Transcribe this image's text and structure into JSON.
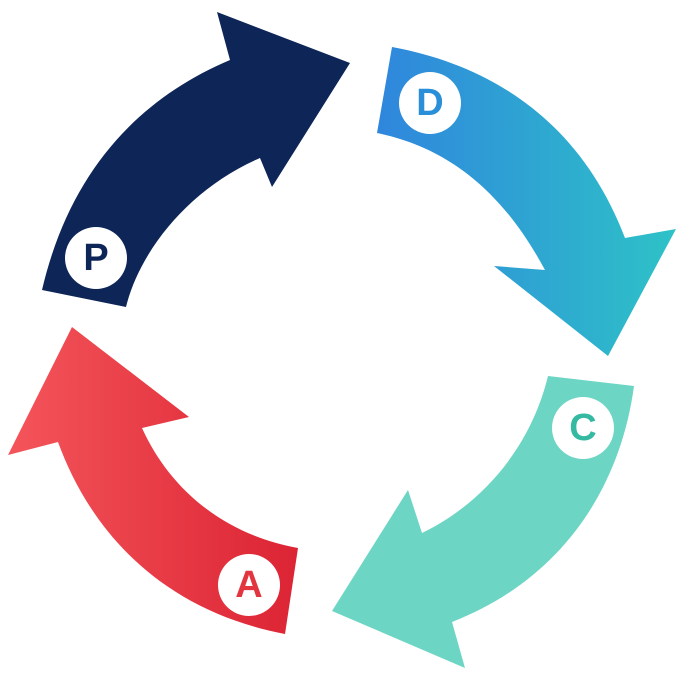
{
  "diagram": {
    "steps": [
      {
        "letter": "P",
        "color": "#0E2557",
        "gradient_start": "#0E2557",
        "gradient_end": "#0E2557"
      },
      {
        "letter": "D",
        "color": "#2A8FD8",
        "gradient_start": "#2F86DD",
        "gradient_end": "#2EC2C7"
      },
      {
        "letter": "C",
        "color": "#35B9A3",
        "gradient_start": "#6CD5C4",
        "gradient_end": "#6CD5C4"
      },
      {
        "letter": "A",
        "color": "#E3353F",
        "gradient_start": "#F4555A",
        "gradient_end": "#DC2434"
      }
    ]
  }
}
